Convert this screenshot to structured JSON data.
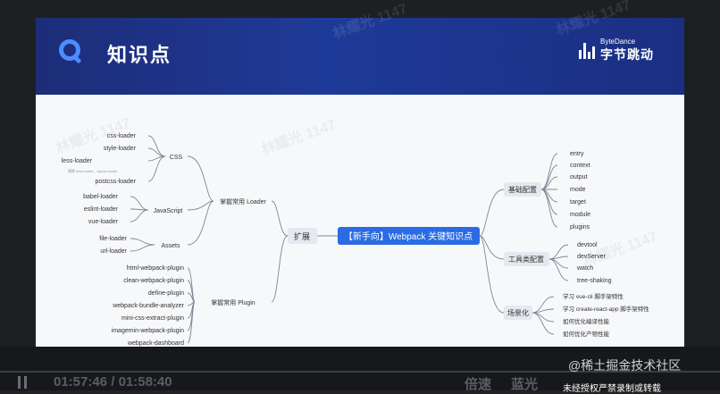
{
  "slide": {
    "title": "知识点",
    "brand_en": "ByteDance",
    "brand_cn": "字节跳动"
  },
  "mindmap": {
    "root": "【新手向】Webpack 关键知识点",
    "left_hub": "扩展",
    "left_groups": [
      {
        "label": "掌握常用 Loader"
      },
      {
        "label": "掌握常用 Plugin"
      }
    ],
    "loader_subgroups": [
      {
        "label": "CSS",
        "items": [
          "css-loader",
          "style-loader",
          "less-loader",
          "postcss-loader"
        ],
        "note": "替换 less-loader、stylus-loader"
      },
      {
        "label": "JavaScript",
        "items": [
          "babel-loader",
          "eslint-loader",
          "vue-loader"
        ]
      },
      {
        "label": "Assets",
        "items": [
          "file-loader",
          "url-loader"
        ]
      }
    ],
    "plugins": [
      "html-webpack-plugin",
      "clean-webpack-plugin",
      "define-plugin",
      "webpack-bundle-analyzer",
      "mini-css-extract-plugin",
      "imagemin-webpack-plugin",
      "webpack-dashboard"
    ],
    "right_groups": [
      {
        "label": "基础配置",
        "items": [
          "entry",
          "context",
          "output",
          "mode",
          "target",
          "module",
          "plugins"
        ]
      },
      {
        "label": "工具类配置",
        "items": [
          "devtool",
          "devServer",
          "watch",
          "tree-shaking"
        ]
      },
      {
        "label": "场景化",
        "items": [
          "学习 vue-cli 脚手架特性",
          "学习 create-react-app 脚手架特性",
          "如何优化编译性能",
          "如何优化产物性能"
        ]
      }
    ]
  },
  "player": {
    "current_time": "01:57:46",
    "separator": "/",
    "total_time": "01:58:40",
    "speed_label": "倍速",
    "quality_label": "蓝光"
  },
  "watermark": {
    "text": "林耀光 1147",
    "site": "@稀土掘金技术社区",
    "notice": "未经授权严禁录制或转载"
  }
}
